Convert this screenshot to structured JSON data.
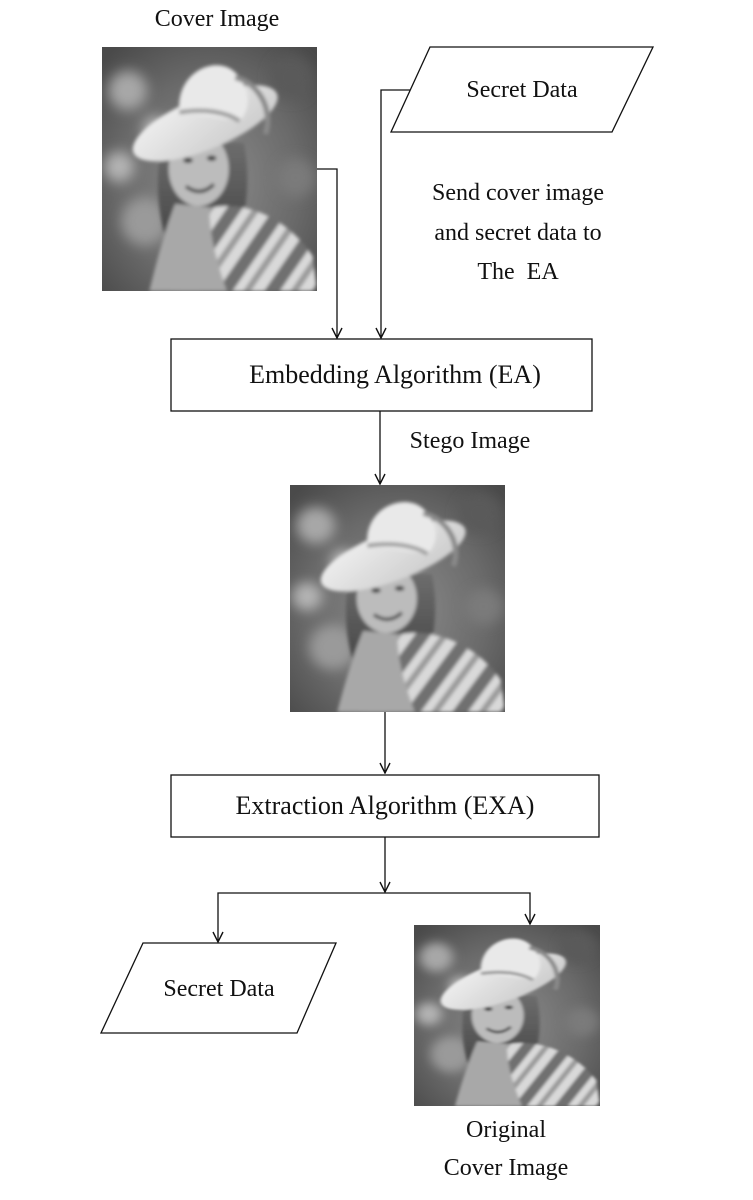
{
  "cover_image": {
    "caption": "Cover Image",
    "image": "grayscale portrait of a woman wearing a wide-brimmed hat and a striped scarf"
  },
  "secret_data_input": {
    "label": "Secret Data"
  },
  "send_note": {
    "lines": [
      "Send cover image",
      "and secret data to",
      "The  EA"
    ]
  },
  "embedding_algorithm": {
    "label": "Embedding Algorithm (EA)"
  },
  "stego_image": {
    "caption": "Stego Image",
    "image": "grayscale portrait of a woman wearing a wide-brimmed hat and a striped scarf"
  },
  "extraction_algorithm": {
    "label": "Extraction Algorithm (EXA)"
  },
  "secret_data_output": {
    "label": "Secret Data"
  },
  "original_cover_image": {
    "caption_lines": [
      "Original",
      "Cover Image"
    ],
    "image": "grayscale portrait of a woman wearing a wide-brimmed hat and a striped scarf"
  }
}
